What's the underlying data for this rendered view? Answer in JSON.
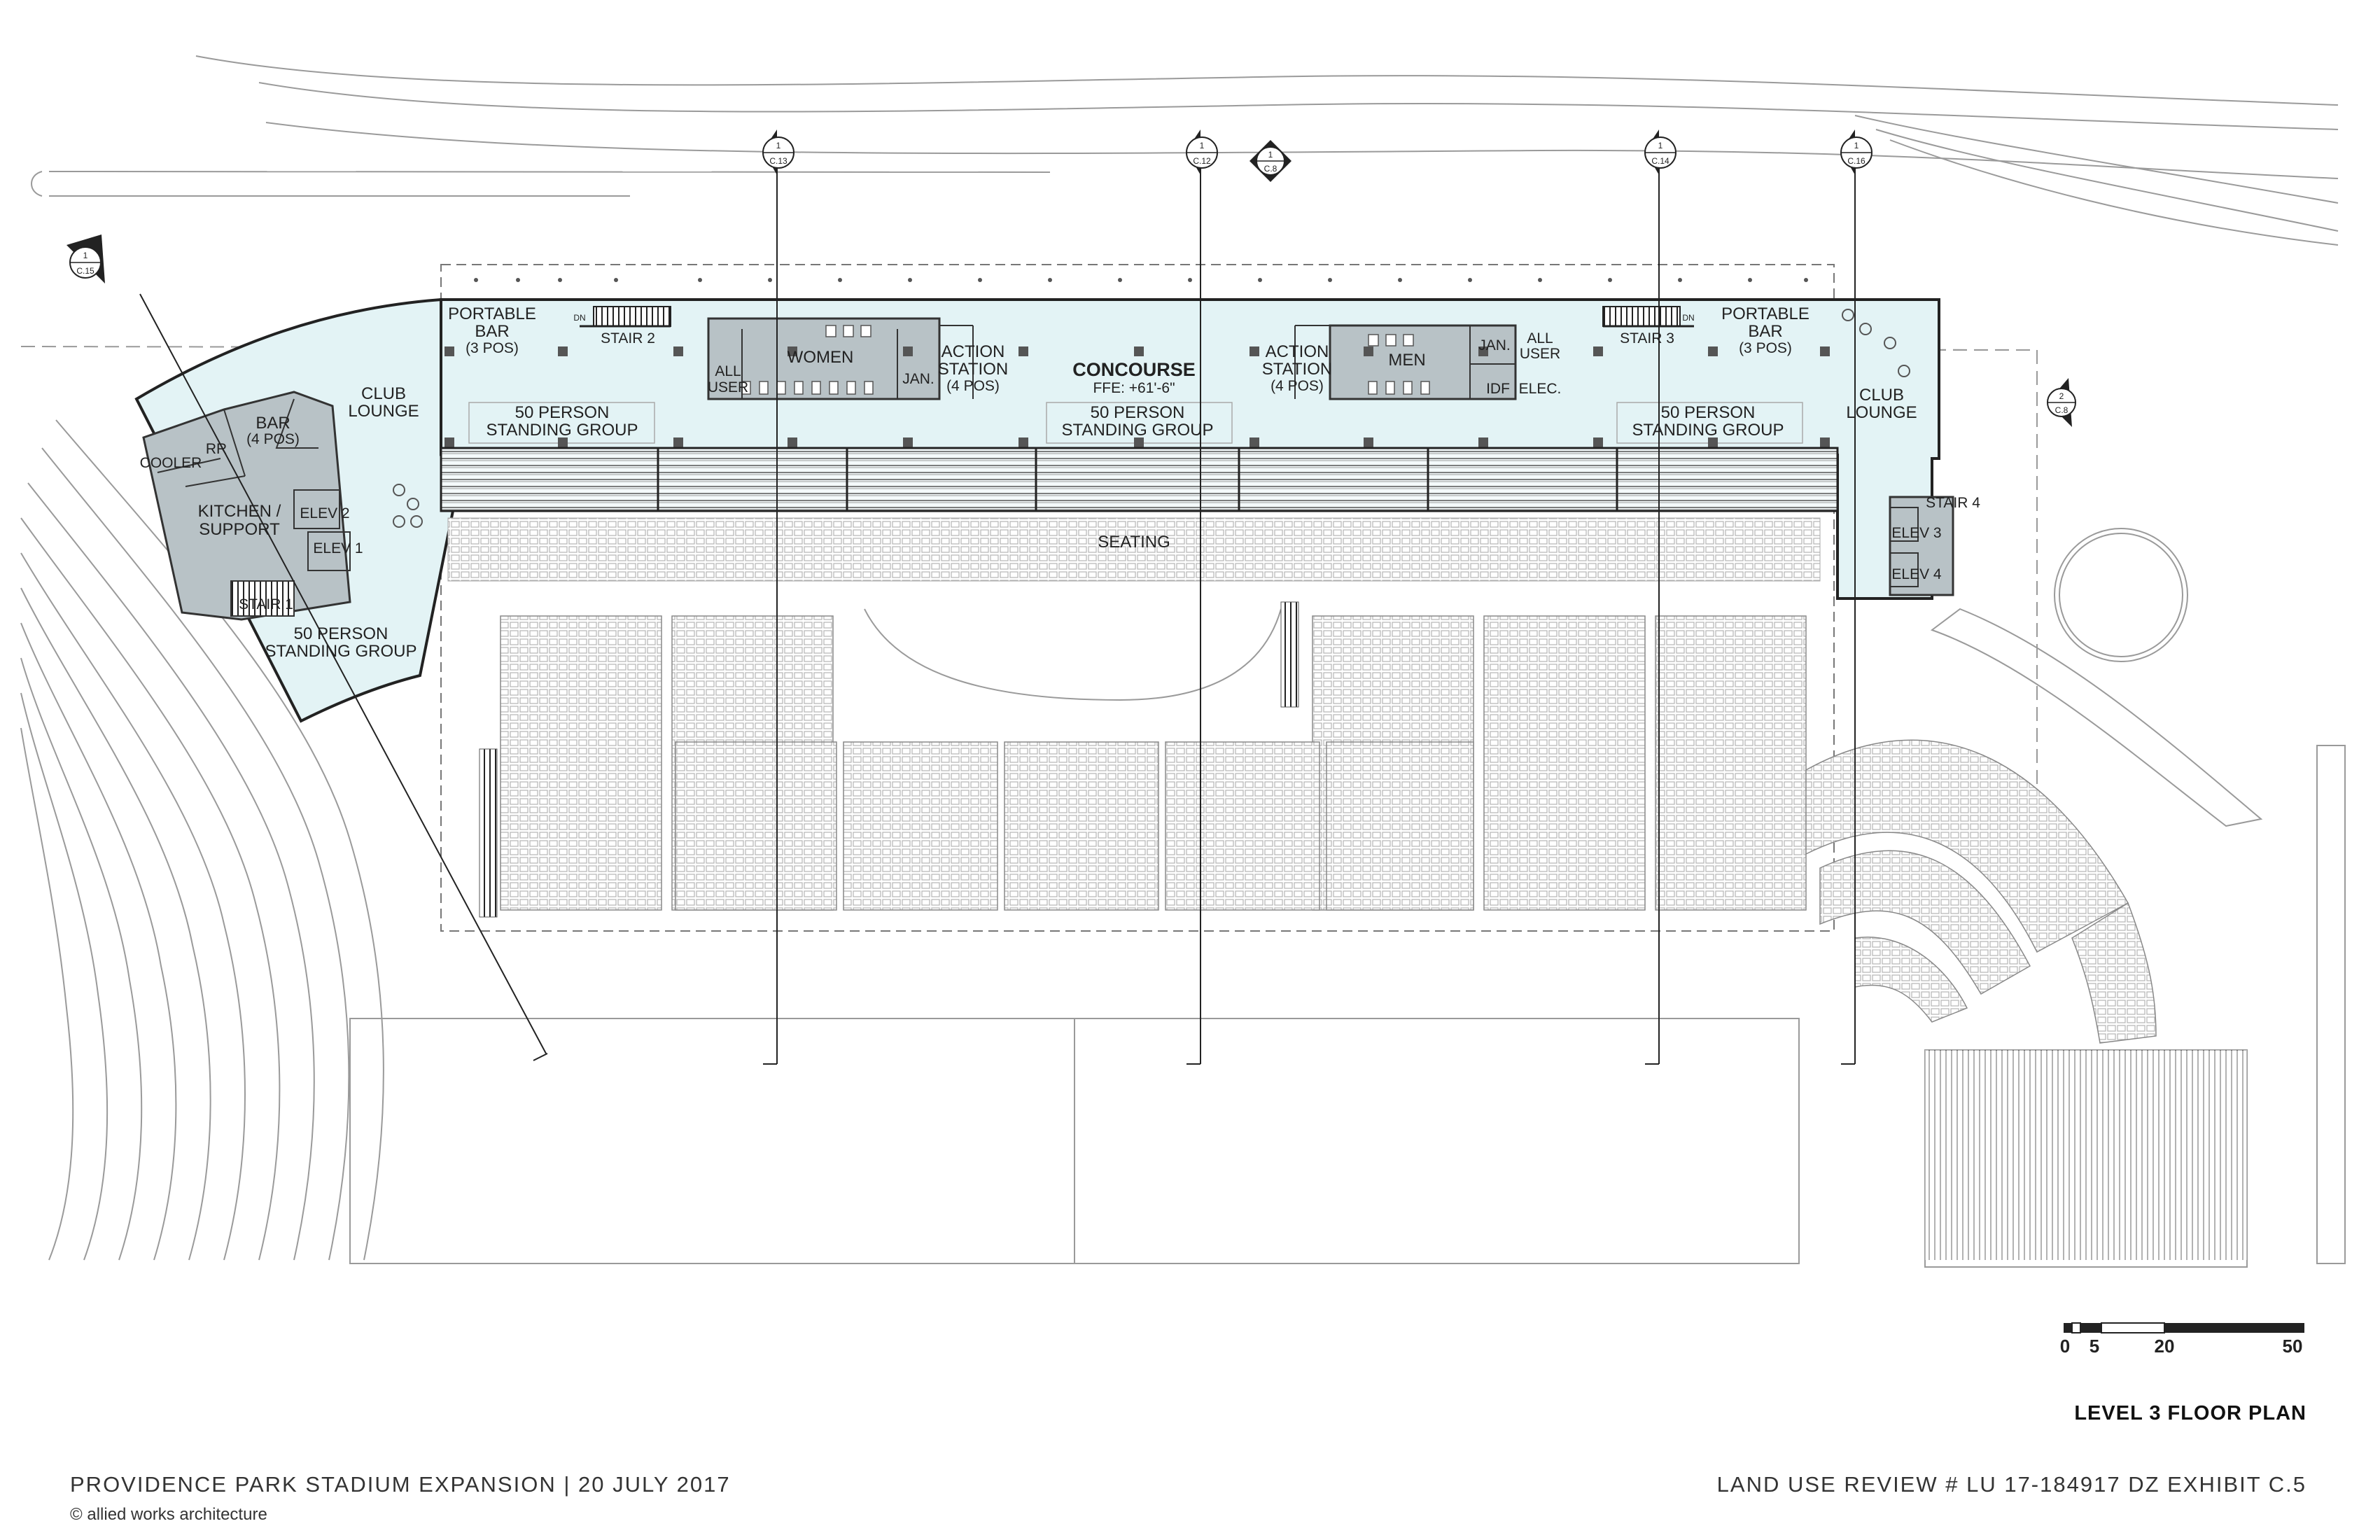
{
  "footer": {
    "project": "PROVIDENCE PARK STADIUM EXPANSION  |  20 JULY 2017",
    "copyright": "© allied works architecture",
    "exhibit": "LAND USE REVIEW # LU 17-184917 DZ EXHIBIT C.5",
    "sheet_title": "LEVEL 3 FLOOR PLAN"
  },
  "scale_bar": {
    "ticks": [
      "0",
      "5",
      "20",
      "50"
    ]
  },
  "colors": {
    "floor": "#e3f3f5",
    "core": "#b8c2c6",
    "line": "#333333"
  },
  "section_markers": [
    {
      "num": "1",
      "sheet": "C.13"
    },
    {
      "num": "1",
      "sheet": "C.12"
    },
    {
      "num": "1",
      "sheet": "C.8"
    },
    {
      "num": "1",
      "sheet": "C.14"
    },
    {
      "num": "1",
      "sheet": "C.16"
    },
    {
      "num": "1",
      "sheet": "C.15"
    },
    {
      "num": "2",
      "sheet": "C.8"
    }
  ],
  "rooms": {
    "portable_bar_left": [
      "PORTABLE",
      "BAR",
      "(3 POS)"
    ],
    "stair_2": "STAIR 2",
    "dn_left": "DN",
    "women": "WOMEN",
    "all_user_left": [
      "ALL",
      "USER"
    ],
    "jan_left": "JAN.",
    "action_station_left": [
      "ACTION",
      "STATION",
      "(4 POS)"
    ],
    "concourse": "CONCOURSE",
    "ffe": "FFE: +61'-6\"",
    "standing_center": [
      "50 PERSON",
      "STANDING GROUP"
    ],
    "action_station_right": [
      "ACTION",
      "STATION",
      "(4 POS)"
    ],
    "men": "MEN",
    "jan_right": "JAN.",
    "all_user_right": [
      "ALL",
      "USER"
    ],
    "idf": "IDF",
    "elec": "ELEC.",
    "stair_3": "STAIR 3",
    "dn_right": "DN",
    "portable_bar_right": [
      "PORTABLE",
      "BAR",
      "(3 POS)"
    ],
    "standing_left": [
      "50 PERSON",
      "STANDING GROUP"
    ],
    "standing_right": [
      "50 PERSON",
      "STANDING GROUP"
    ],
    "club_lounge_left": [
      "CLUB",
      "LOUNGE"
    ],
    "club_lounge_right": [
      "CLUB",
      "LOUNGE"
    ],
    "bar": [
      "BAR",
      "(4 POS)"
    ],
    "rr": "RR",
    "cooler": "COOLER",
    "kitchen": [
      "KITCHEN /",
      "SUPPORT"
    ],
    "elev_2": "ELEV 2",
    "elev_1": "ELEV 1",
    "stair_1": "STAIR 1",
    "standing_west": [
      "50 PERSON",
      "STANDING GROUP"
    ],
    "seating": "SEATING",
    "stair_4": "STAIR 4",
    "elev_3": "ELEV 3",
    "elev_4": "ELEV 4"
  }
}
